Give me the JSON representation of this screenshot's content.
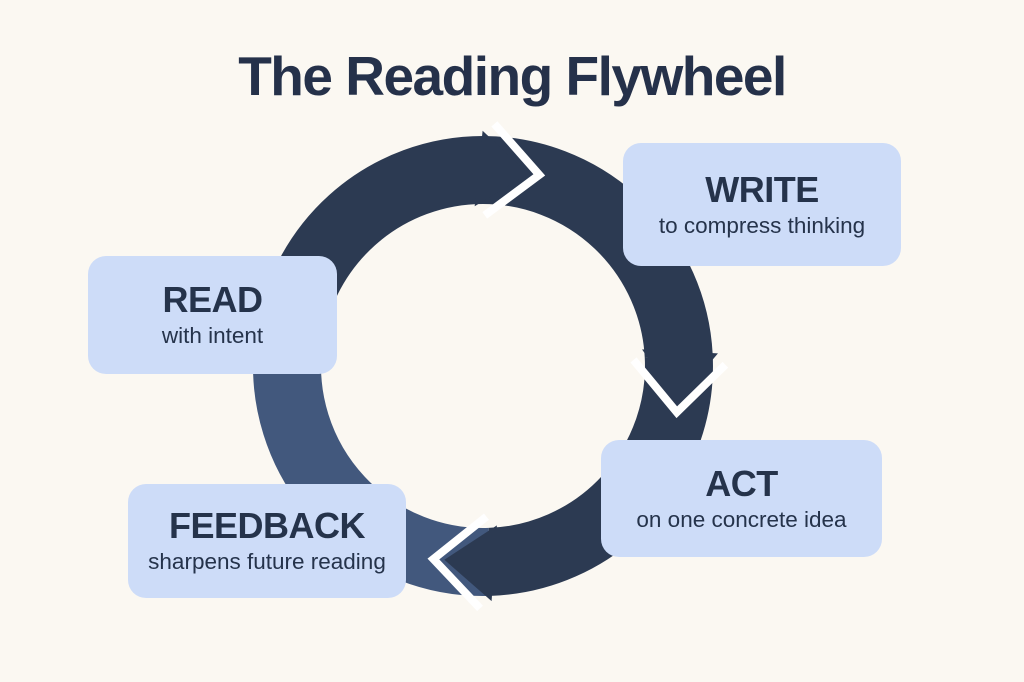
{
  "title": "The Reading Flywheel",
  "colors": {
    "background": "#fbf8f2",
    "card_fill": "#cddcf8",
    "text_navy": "#25334b",
    "ring_dark": "#2c3a52",
    "ring_light": "#42587d",
    "arrow_gap": "#ffffff"
  },
  "nodes": [
    {
      "id": "read",
      "label": "READ",
      "sublabel": "with intent"
    },
    {
      "id": "write",
      "label": "WRITE",
      "sublabel": "to compress thinking"
    },
    {
      "id": "act",
      "label": "ACT",
      "sublabel": "on one concrete idea"
    },
    {
      "id": "feedback",
      "label": "FEEDBACK",
      "sublabel": "sharpens future reading"
    }
  ],
  "flow": {
    "direction": "clockwise",
    "sequence": [
      "READ",
      "WRITE",
      "ACT",
      "FEEDBACK"
    ]
  }
}
